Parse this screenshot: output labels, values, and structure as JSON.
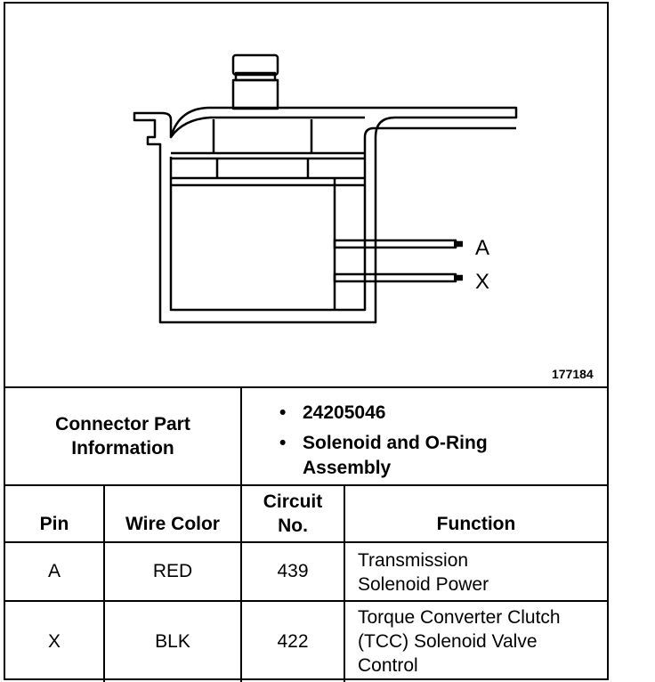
{
  "diagram": {
    "figure_number": "177184",
    "terminal_a": "A",
    "terminal_x": "X"
  },
  "connector": {
    "label_line1": "Connector Part",
    "label_line2": "Information",
    "part_number": "24205046",
    "part_desc_line1": "Solenoid and O-Ring",
    "part_desc_line2": "Assembly"
  },
  "table": {
    "headers": {
      "pin": "Pin",
      "wire_color": "Wire Color",
      "circuit_line1": "Circuit",
      "circuit_line2": "No.",
      "function": "Function"
    },
    "rows": [
      {
        "pin": "A",
        "wire_color": "RED",
        "circuit": "439",
        "function": [
          "Transmission",
          "Solenoid Power"
        ]
      },
      {
        "pin": "X",
        "wire_color": "BLK",
        "circuit": "422",
        "function": [
          "Torque Converter Clutch",
          "(TCC) Solenoid Valve",
          "Control"
        ]
      }
    ]
  }
}
